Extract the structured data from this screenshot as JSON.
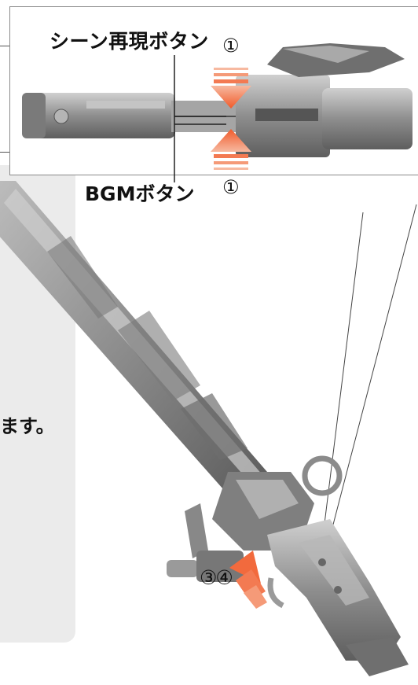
{
  "labels": {
    "scene_button": "シーン再現ボタン",
    "bgm_button": "BGMボタン",
    "step_top": "①",
    "step_bottom": "①",
    "step_handle": "③④",
    "panel_text_fragment": "ます。"
  },
  "colors": {
    "arrow_orange": "#f26a3d",
    "panel_gray": "#ebebeb",
    "sword_steel": "#9a9a9a",
    "callout_border": "#8a8a8a"
  }
}
